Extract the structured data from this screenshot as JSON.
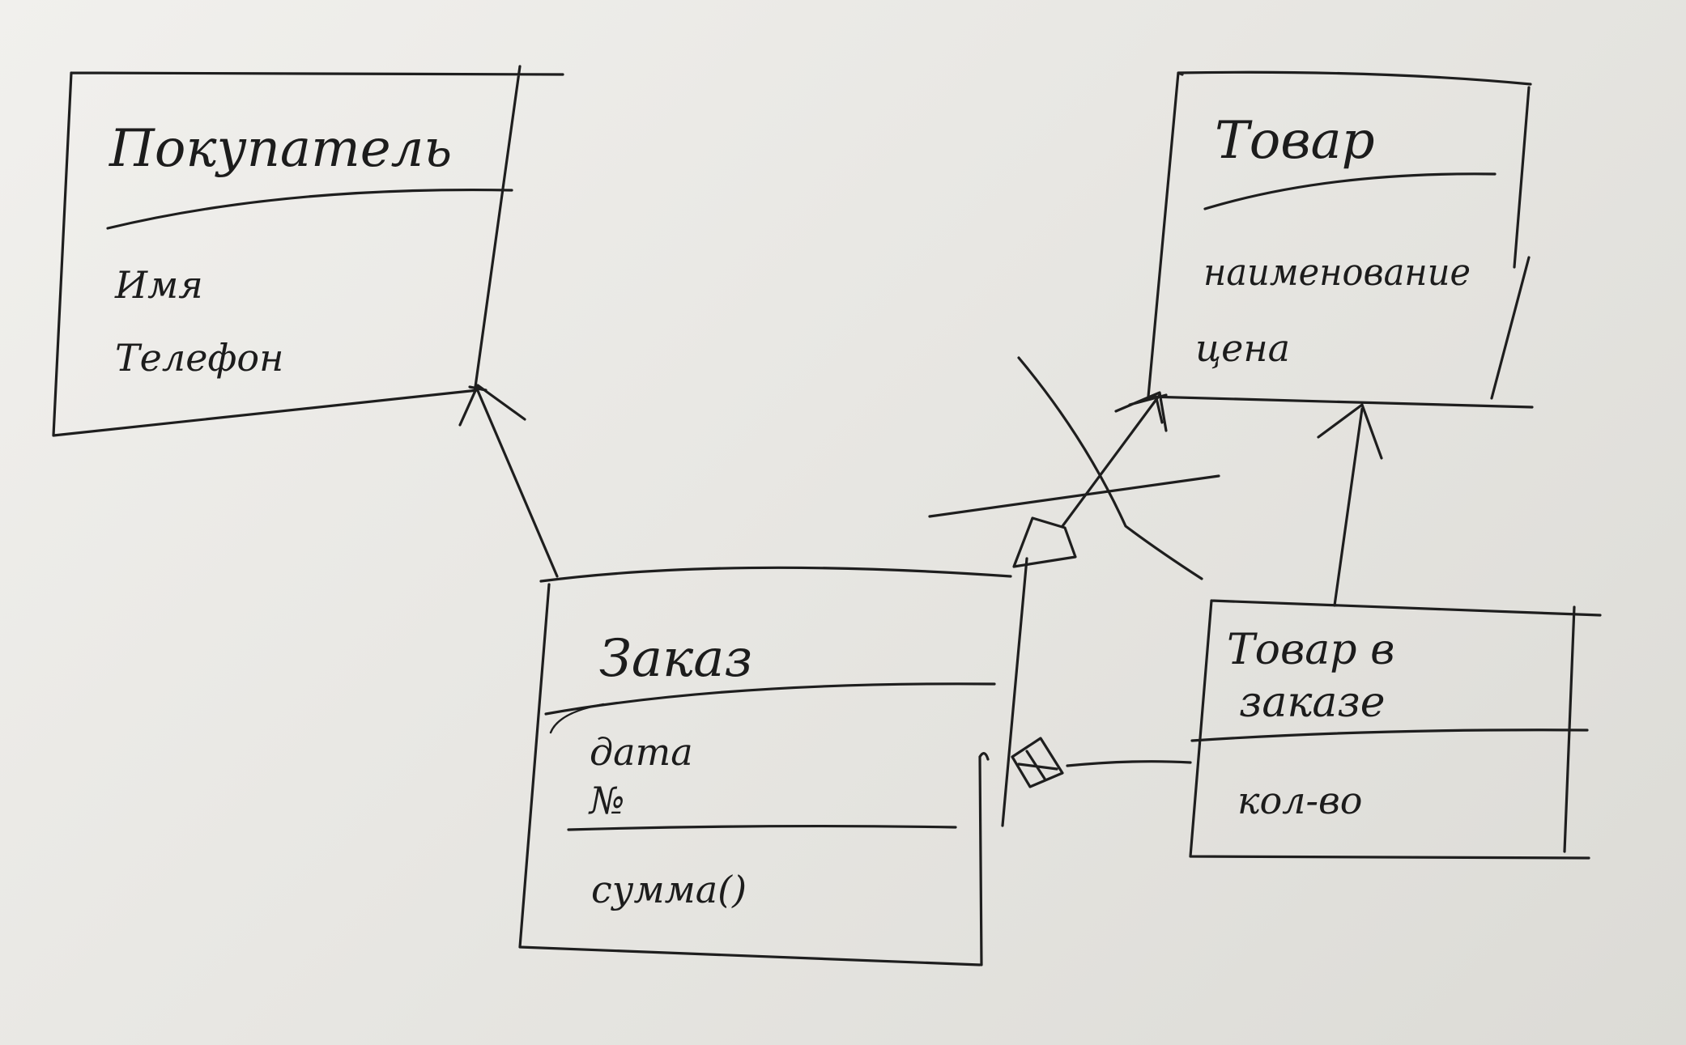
{
  "diagram": {
    "classes": {
      "buyer": {
        "name": "Покупатель",
        "attributes": [
          "Имя",
          "Телефон"
        ]
      },
      "product": {
        "name": "Товар",
        "attributes": [
          "наименование",
          "цена"
        ]
      },
      "order": {
        "name": "Заказ",
        "attributes": [
          "дата",
          "№"
        ],
        "methods": [
          "сумма()"
        ]
      },
      "order_item": {
        "name": "Товар в заказе",
        "name_lines": [
          "Товар в",
          "заказе"
        ],
        "attributes": [
          "кол-во"
        ]
      }
    },
    "relations": [
      {
        "from": "order",
        "to": "buyer",
        "kind": "association"
      },
      {
        "from": "order",
        "to": "product",
        "kind": "aggregation",
        "crossed_out": true
      },
      {
        "from": "order_item",
        "to": "order",
        "kind": "composition"
      },
      {
        "from": "order_item",
        "to": "product",
        "kind": "association"
      }
    ]
  },
  "style": {
    "ink": "#1e1e1e",
    "paper": "#eeede9"
  }
}
